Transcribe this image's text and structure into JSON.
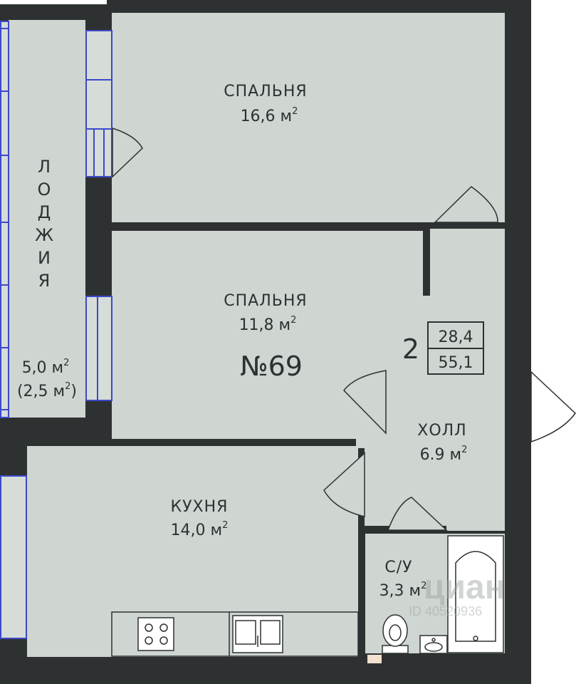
{
  "apartment": {
    "number": "№69",
    "rooms": "2",
    "living_area": "28,4",
    "total_area": "55,1"
  },
  "rooms": {
    "bedroom1": {
      "name": "СПАЛЬНЯ",
      "area": "16,6 м"
    },
    "bedroom2": {
      "name": "СПАЛЬНЯ",
      "area": "11,8 м"
    },
    "hall": {
      "name": "ХОЛЛ",
      "area": "6.9 м"
    },
    "kitchen": {
      "name": "КУХНЯ",
      "area": "14,0 м"
    },
    "bathroom": {
      "name": "С/У",
      "area": "3,3 м"
    },
    "loggia": {
      "letters": [
        "Л",
        "О",
        "Д",
        "Ж",
        "И",
        "Я"
      ],
      "area": "5,0 м",
      "reduced_open": "(2,5 м",
      "reduced_close": ")"
    }
  },
  "unit_exponent": "2",
  "watermark": {
    "brand": "циан",
    "id": "ID 40520936"
  },
  "colors": {
    "wall": "#2e3132",
    "floor": "#cfd5d0",
    "window": "#3c49c8",
    "window_fill": "#d6dcd8",
    "plumbing": "#ffffff"
  }
}
